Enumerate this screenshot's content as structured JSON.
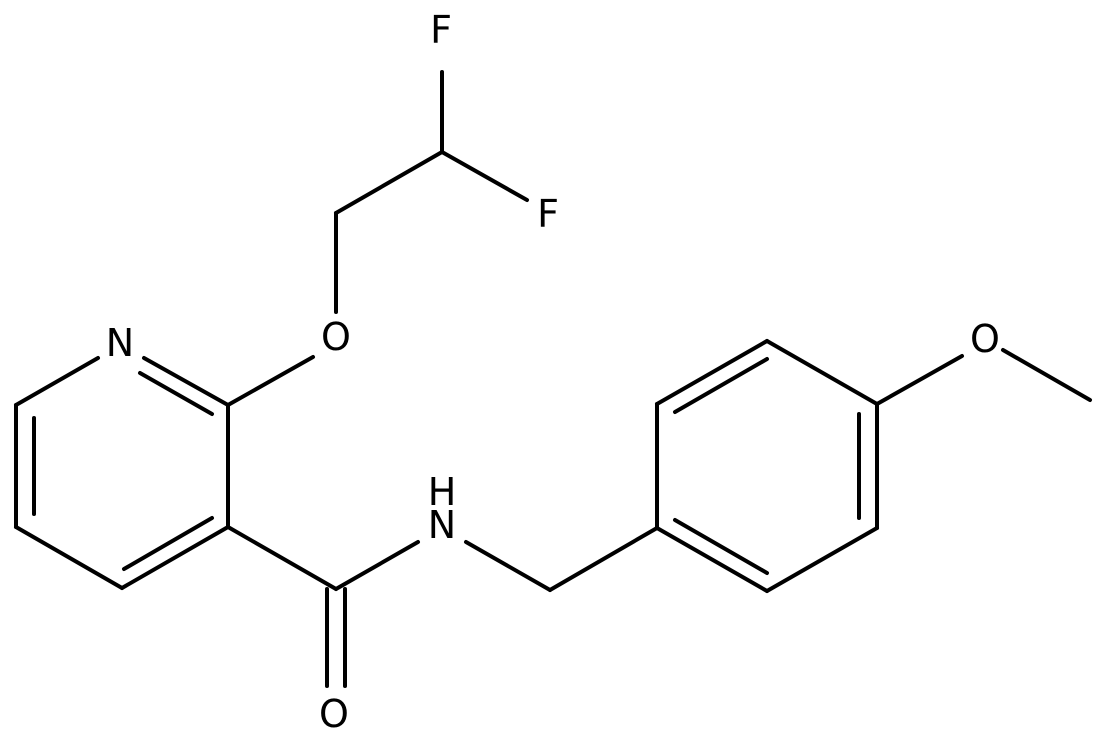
{
  "molecule": {
    "atoms": {
      "F_top": "F",
      "F_right": "F",
      "O_ether": "O",
      "N_ring": "N",
      "N_amide": "N",
      "H_amide": "H",
      "O_carbonyl": "O",
      "O_methoxy": "O"
    }
  },
  "colors": {
    "bond": "#000000",
    "label": "#000000",
    "background": "#ffffff"
  }
}
